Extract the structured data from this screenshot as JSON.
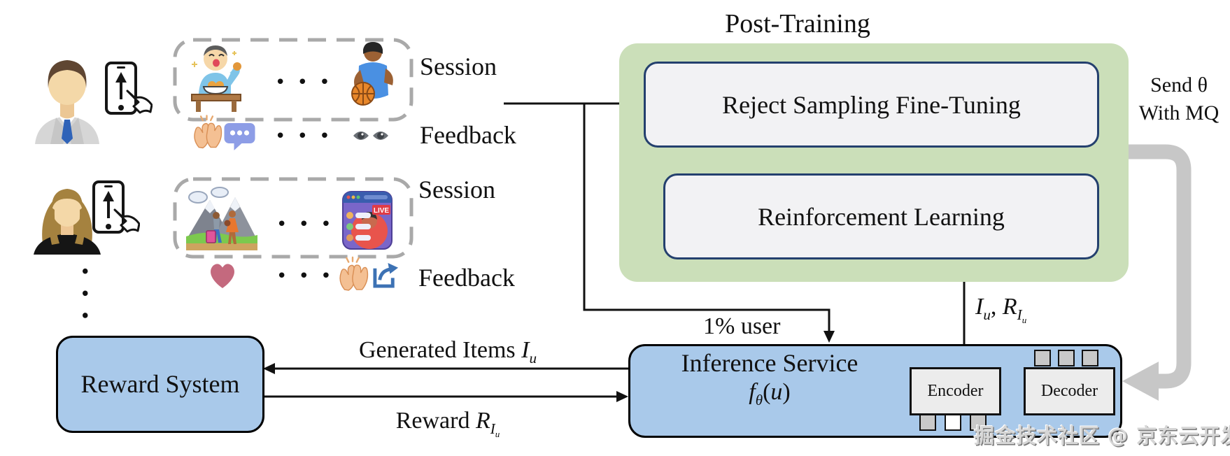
{
  "title": "Post-Training",
  "watermark": "掘金技术社区 @ 京东云开发者",
  "ellipsis": "• • •",
  "live_badge": "LIVE",
  "post_training": {
    "rsft": "Reject Sampling Fine-Tuning",
    "rl": "Reinforcement Learning"
  },
  "send_mq": {
    "line1": "Send θ",
    "line2": "With MQ"
  },
  "flow": {
    "one_percent_user": "1% user",
    "generated_items_prefix": "Generated Items ",
    "reward_prefix": "Reward "
  },
  "math": {
    "I": "I",
    "u": "u",
    "R": "R",
    "f": "f",
    "theta": "θ",
    "lp": "(",
    "rp": ")",
    "comma": ", "
  },
  "reward_system": {
    "label": "Reward System"
  },
  "inference": {
    "title": "Inference Service",
    "encoder": "Encoder",
    "decoder": "Decoder"
  },
  "users": [
    {
      "session_label": "Session",
      "feedback_label": "Feedback",
      "avatar_icon": "man-office-worker",
      "device_icon": "phone-upload",
      "session_item_icons": [
        "person-eating",
        "basketball-player"
      ],
      "feedback_item_icons": [
        "clapping-hands",
        "comment-dots-bubble",
        "eyes"
      ]
    },
    {
      "session_label": "Session",
      "feedback_label": "Feedback",
      "avatar_icon": "woman-office-worker",
      "device_icon": "phone-upload",
      "session_item_icons": [
        "travel-hiking",
        "live-stream"
      ],
      "feedback_item_icons": [
        "heart",
        "clapping-hands",
        "share-arrow"
      ]
    }
  ],
  "colors": {
    "panel_green": "#cbdfb9",
    "box_border_navy": "#24406e",
    "box_fill_light": "#f2f2f4",
    "blue_fill": "#a9c9ea",
    "gray_arrow": "#c7c7c7",
    "dashed_gray": "#a9a9a9",
    "heart": "#c4697e",
    "bubble_blue": "#8d9de6",
    "share_blue": "#3d72b4",
    "live_red": "#e03c46"
  }
}
